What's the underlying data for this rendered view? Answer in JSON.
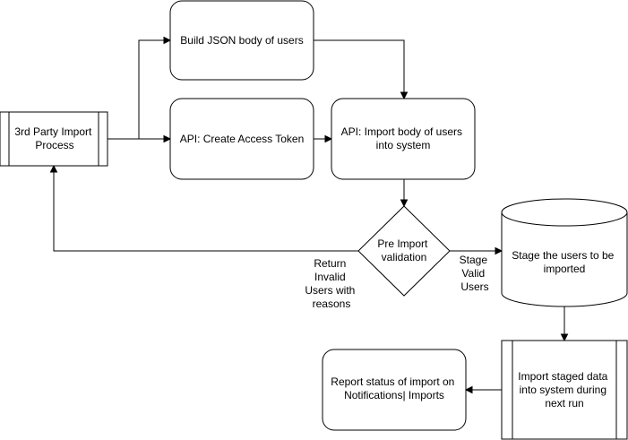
{
  "nodes": {
    "third_party_import": {
      "label_lines": [
        "3rd Party Import",
        "Process"
      ],
      "shape": "predefined-process"
    },
    "build_json": {
      "label_lines": [
        "Build JSON body of users"
      ],
      "shape": "rounded-rectangle"
    },
    "create_token": {
      "label_lines": [
        "API: Create Access Token"
      ],
      "shape": "rounded-rectangle"
    },
    "import_body": {
      "label_lines": [
        "API: Import body of users",
        "into system"
      ],
      "shape": "rounded-rectangle"
    },
    "pre_import_validation": {
      "label_lines": [
        "Pre Import",
        "validation"
      ],
      "shape": "diamond"
    },
    "stage_users": {
      "label_lines": [
        "Stage the users to be",
        "imported"
      ],
      "shape": "cylinder"
    },
    "import_staged": {
      "label_lines": [
        "Import staged data",
        "into system during",
        "next run"
      ],
      "shape": "predefined-process"
    },
    "report_status": {
      "label_lines": [
        "Report status of import on",
        "Notifications| Imports"
      ],
      "shape": "rounded-rectangle"
    }
  },
  "edges": {
    "return_invalid": {
      "from": "pre_import_validation",
      "to": "third_party_import",
      "label_lines": [
        "Return",
        "Invalid",
        "Users with",
        "reasons"
      ]
    },
    "stage_valid": {
      "from": "pre_import_validation",
      "to": "stage_users",
      "label_lines": [
        "Stage",
        "Valid",
        "Users"
      ]
    },
    "to_build_json": {
      "from": "third_party_import",
      "to": "build_json"
    },
    "to_create_token": {
      "from": "third_party_import",
      "to": "create_token"
    },
    "build_to_import": {
      "from": "build_json",
      "to": "import_body"
    },
    "token_to_import": {
      "from": "create_token",
      "to": "import_body"
    },
    "import_to_validation": {
      "from": "import_body",
      "to": "pre_import_validation"
    },
    "stage_to_import_staged": {
      "from": "stage_users",
      "to": "import_staged"
    },
    "import_staged_to_report": {
      "from": "import_staged",
      "to": "report_status"
    }
  }
}
